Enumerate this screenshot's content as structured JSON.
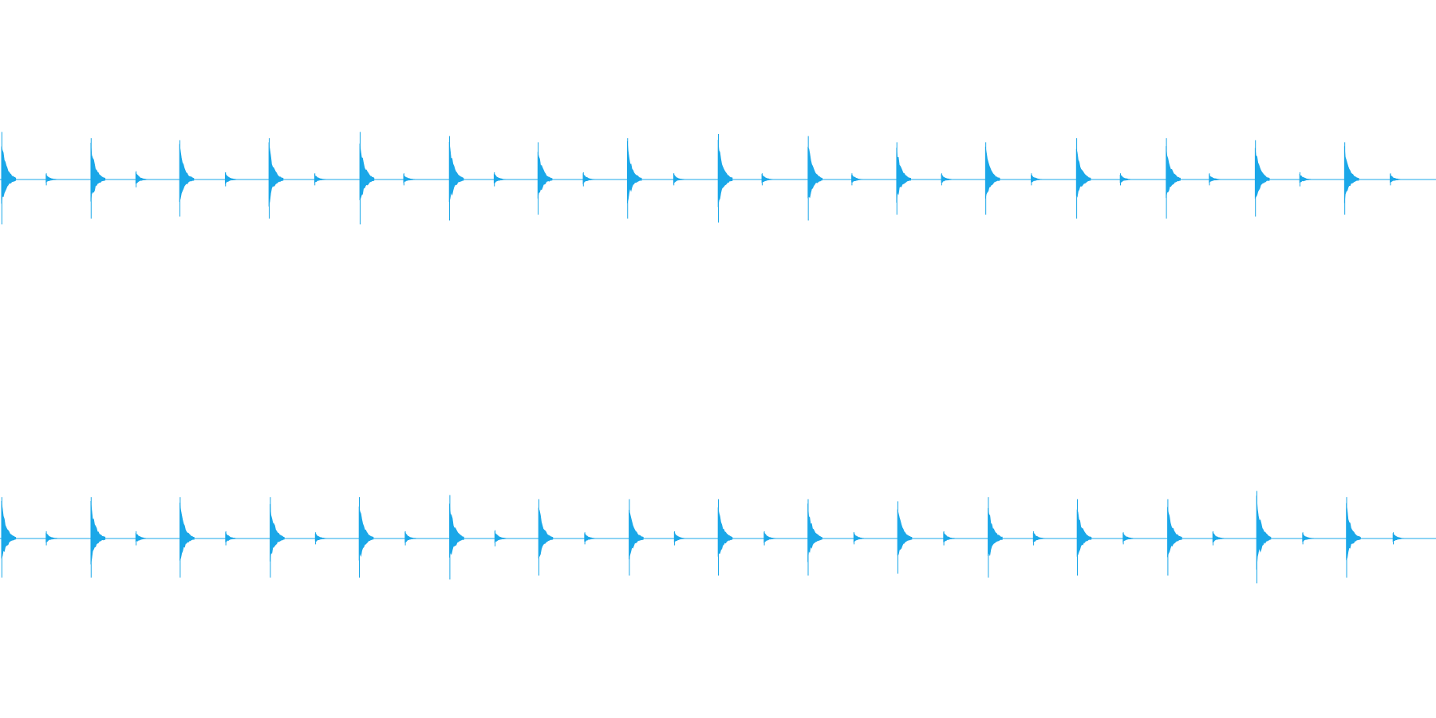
{
  "chart_data": {
    "type": "area",
    "x_range": [
      0,
      1
    ],
    "y_range": [
      -1,
      1
    ],
    "grid": false,
    "legend": "none",
    "colors": {
      "waveform": "#1aa7e8",
      "background": "#ffffff"
    },
    "channels": [
      {
        "strong_beats": [
          {
            "t": 0.001,
            "amp": 0.46
          },
          {
            "t": 0.0632,
            "amp": 0.4
          },
          {
            "t": 0.125,
            "amp": 0.38
          },
          {
            "t": 0.1872,
            "amp": 0.4
          },
          {
            "t": 0.2505,
            "amp": 0.46
          },
          {
            "t": 0.3128,
            "amp": 0.42
          },
          {
            "t": 0.3745,
            "amp": 0.36
          },
          {
            "t": 0.4368,
            "amp": 0.4
          },
          {
            "t": 0.5,
            "amp": 0.44
          },
          {
            "t": 0.5626,
            "amp": 0.42
          },
          {
            "t": 0.6243,
            "amp": 0.36
          },
          {
            "t": 0.6862,
            "amp": 0.36
          },
          {
            "t": 0.7495,
            "amp": 0.4
          },
          {
            "t": 0.812,
            "amp": 0.4
          },
          {
            "t": 0.874,
            "amp": 0.38
          },
          {
            "t": 0.9362,
            "amp": 0.36
          }
        ],
        "weak_beats": [
          {
            "t": 0.032,
            "amp": 0.06
          },
          {
            "t": 0.0945,
            "amp": 0.08
          },
          {
            "t": 0.1568,
            "amp": 0.07
          },
          {
            "t": 0.219,
            "amp": 0.06
          },
          {
            "t": 0.281,
            "amp": 0.06
          },
          {
            "t": 0.344,
            "amp": 0.07
          },
          {
            "t": 0.406,
            "amp": 0.07
          },
          {
            "t": 0.469,
            "amp": 0.06
          },
          {
            "t": 0.5305,
            "amp": 0.06
          },
          {
            "t": 0.593,
            "amp": 0.06
          },
          {
            "t": 0.6555,
            "amp": 0.06
          },
          {
            "t": 0.718,
            "amp": 0.06
          },
          {
            "t": 0.78,
            "amp": 0.06
          },
          {
            "t": 0.842,
            "amp": 0.06
          },
          {
            "t": 0.905,
            "amp": 0.07
          },
          {
            "t": 0.968,
            "amp": 0.06
          }
        ]
      },
      {
        "strong_beats": [
          {
            "t": 0.001,
            "amp": 0.4
          },
          {
            "t": 0.0632,
            "amp": 0.4
          },
          {
            "t": 0.1252,
            "amp": 0.4
          },
          {
            "t": 0.188,
            "amp": 0.4
          },
          {
            "t": 0.25,
            "amp": 0.4
          },
          {
            "t": 0.313,
            "amp": 0.42
          },
          {
            "t": 0.375,
            "amp": 0.38
          },
          {
            "t": 0.438,
            "amp": 0.38
          },
          {
            "t": 0.5,
            "amp": 0.38
          },
          {
            "t": 0.5625,
            "amp": 0.38
          },
          {
            "t": 0.625,
            "amp": 0.36
          },
          {
            "t": 0.688,
            "amp": 0.4
          },
          {
            "t": 0.75,
            "amp": 0.38
          },
          {
            "t": 0.813,
            "amp": 0.38
          },
          {
            "t": 0.875,
            "amp": 0.46
          },
          {
            "t": 0.9375,
            "amp": 0.4
          }
        ],
        "weak_beats": [
          {
            "t": 0.032,
            "amp": 0.07
          },
          {
            "t": 0.0945,
            "amp": 0.07
          },
          {
            "t": 0.157,
            "amp": 0.07
          },
          {
            "t": 0.2195,
            "amp": 0.06
          },
          {
            "t": 0.282,
            "amp": 0.07
          },
          {
            "t": 0.3445,
            "amp": 0.08
          },
          {
            "t": 0.407,
            "amp": 0.06
          },
          {
            "t": 0.4695,
            "amp": 0.07
          },
          {
            "t": 0.532,
            "amp": 0.07
          },
          {
            "t": 0.5945,
            "amp": 0.06
          },
          {
            "t": 0.657,
            "amp": 0.07
          },
          {
            "t": 0.7195,
            "amp": 0.07
          },
          {
            "t": 0.782,
            "amp": 0.06
          },
          {
            "t": 0.8445,
            "amp": 0.07
          },
          {
            "t": 0.907,
            "amp": 0.06
          },
          {
            "t": 0.97,
            "amp": 0.06
          }
        ]
      }
    ]
  }
}
